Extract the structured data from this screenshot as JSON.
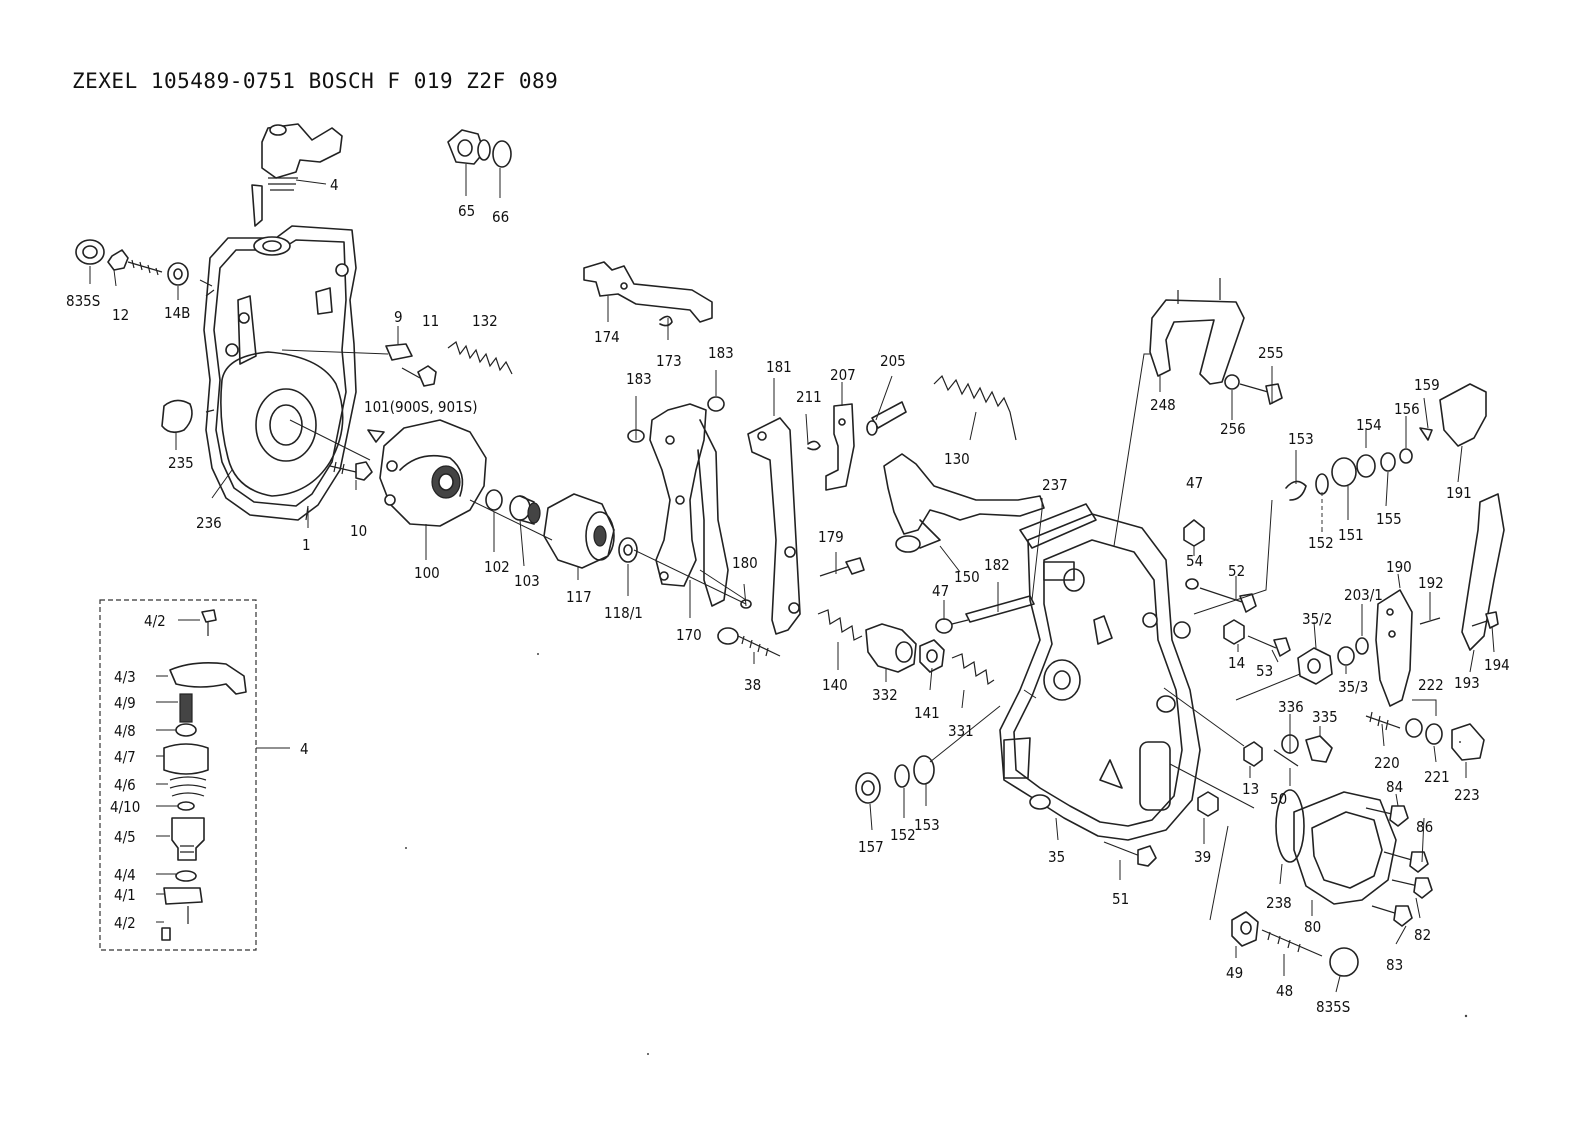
{
  "title": "ZEXEL  105489-0751  BOSCH  F 019 Z2F 089",
  "labels": {
    "p4": "4",
    "p65": "65",
    "p66": "66",
    "p835s_a": "835S",
    "p12": "12",
    "p14b": "14B",
    "p9": "9",
    "p11": "11",
    "p132": "132",
    "p101": "101(900S, 901S)",
    "p235": "235",
    "p236": "236",
    "p1": "1",
    "p10": "10",
    "p100": "100",
    "p102": "102",
    "p103": "103",
    "p117": "117",
    "p118_1": "118/1",
    "p174": "174",
    "p173": "173",
    "p183_a": "183",
    "p183_b": "183",
    "p181": "181",
    "p207": "207",
    "p205": "205",
    "p211": "211",
    "p170": "170",
    "p180": "180",
    "p179": "179",
    "p130": "130",
    "p150": "150",
    "p182": "182",
    "p237": "237",
    "p47_a": "47",
    "p47_b": "47",
    "p38": "38",
    "p140": "140",
    "p332": "332",
    "p141": "141",
    "p331": "331",
    "p157": "157",
    "p152_a": "152",
    "p153_a": "153",
    "p35": "35",
    "p51": "51",
    "p39": "39",
    "p238": "238",
    "p49": "49",
    "p48": "48",
    "p835s_b": "835S",
    "p80": "80",
    "p83": "83",
    "p82": "82",
    "p86": "86",
    "p84": "84",
    "p13": "13",
    "p50": "50",
    "p336": "336",
    "p335": "335",
    "p14": "14",
    "p53": "53",
    "p35_2": "35/2",
    "p35_3": "35/3",
    "p54": "54",
    "p52": "52",
    "p248": "248",
    "p256": "256",
    "p255": "255",
    "p153_b": "153",
    "p152_b": "152",
    "p151": "151",
    "p154": "154",
    "p155": "155",
    "p156": "156",
    "p159": "159",
    "p191": "191",
    "p190": "190",
    "p203_1": "203/1",
    "p192": "192",
    "p193": "193",
    "p194": "194",
    "p222": "222",
    "p220": "220",
    "p221": "221",
    "p223": "223",
    "k4_2a": "4/2",
    "k4_3": "4/3",
    "k4_9": "4/9",
    "k4_8": "4/8",
    "k4_7": "4/7",
    "k4_6": "4/6",
    "k4_10": "4/10",
    "k4_5": "4/5",
    "k4_4": "4/4",
    "k4_1": "4/1",
    "k4_2b": "4/2",
    "k4": "4"
  }
}
